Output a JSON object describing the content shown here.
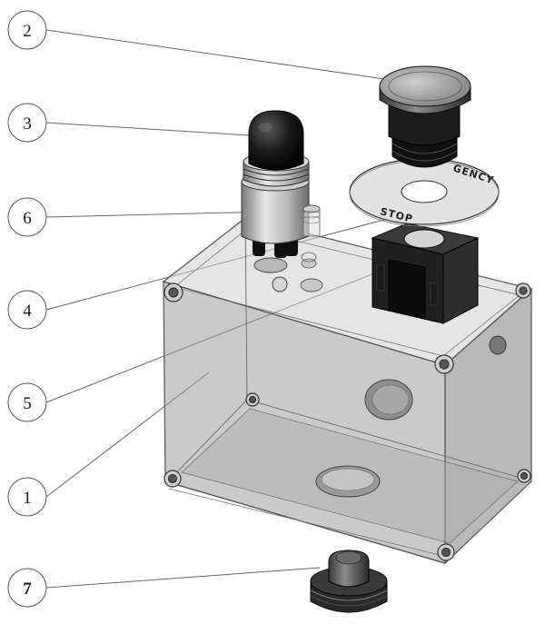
{
  "diagram": {
    "callouts": [
      {
        "id": "callout-2",
        "label": "2",
        "bold": false
      },
      {
        "id": "callout-3",
        "label": "3",
        "bold": false
      },
      {
        "id": "callout-6",
        "label": "6",
        "bold": false
      },
      {
        "id": "callout-4",
        "label": "4",
        "bold": false
      },
      {
        "id": "callout-5",
        "label": "5",
        "bold": false
      },
      {
        "id": "callout-1",
        "label": "1",
        "bold": false
      },
      {
        "id": "callout-7",
        "label": "7",
        "bold": true
      }
    ],
    "plate_text_top": "GENCY",
    "plate_text_bottom": "STOP",
    "colors": {
      "enclosure_fill": "#bdbdbd",
      "enclosure_edge": "#555555",
      "dark_part": "#1c1c1c",
      "plate": "#e2e2e2"
    }
  }
}
